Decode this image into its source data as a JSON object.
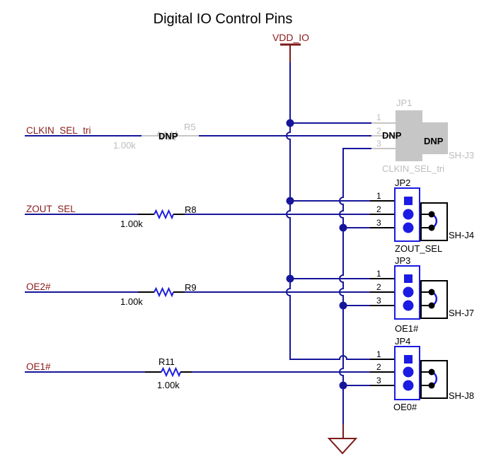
{
  "title": "Digital IO Control Pins",
  "power_net": "VDD_IO",
  "colors": {
    "background": "#FFFFFF",
    "wire": "#16169B",
    "component": "#1B1BE3",
    "net_label_red": "#8B1A1A",
    "power_symbol_red": "#7C1A1A",
    "dnp_gray": "#C6C6C6",
    "dnp_text_gray": "#BDBDBD",
    "text_black": "#000000"
  },
  "rows": [
    {
      "net": "CLKIN_SEL_tri",
      "resistor": {
        "ref": "R5",
        "value": "1.00k",
        "dnp": true,
        "dnp_label": "DNP"
      },
      "jumper": {
        "ref": "JP1",
        "pins": [
          "1",
          "2",
          "3"
        ],
        "dnp": true,
        "dnp_label": "DNP",
        "dnp_label_2": "DNP",
        "shunt": "SH-J3",
        "net_label": "CLKIN_SEL_tri"
      }
    },
    {
      "net": "ZOUT_SEL",
      "resistor": {
        "ref": "R8",
        "value": "1.00k",
        "dnp": false
      },
      "jumper": {
        "ref": "JP2",
        "pins": [
          "1",
          "2",
          "3"
        ],
        "dnp": false,
        "shunt": "SH-J4",
        "net_label": "ZOUT_SEL"
      }
    },
    {
      "net": "OE2#",
      "resistor": {
        "ref": "R9",
        "value": "1.00k",
        "dnp": false
      },
      "jumper": {
        "ref": "JP3",
        "pins": [
          "1",
          "2",
          "3"
        ],
        "dnp": false,
        "shunt": "SH-J7",
        "net_label": "OE1#"
      }
    },
    {
      "net": "OE1#",
      "resistor": {
        "ref": "R11",
        "value": "1.00k",
        "dnp": false
      },
      "jumper": {
        "ref": "JP4",
        "pins": [
          "1",
          "2",
          "3"
        ],
        "dnp": false,
        "shunt": "SH-J8",
        "net_label": "OE0#"
      }
    }
  ]
}
